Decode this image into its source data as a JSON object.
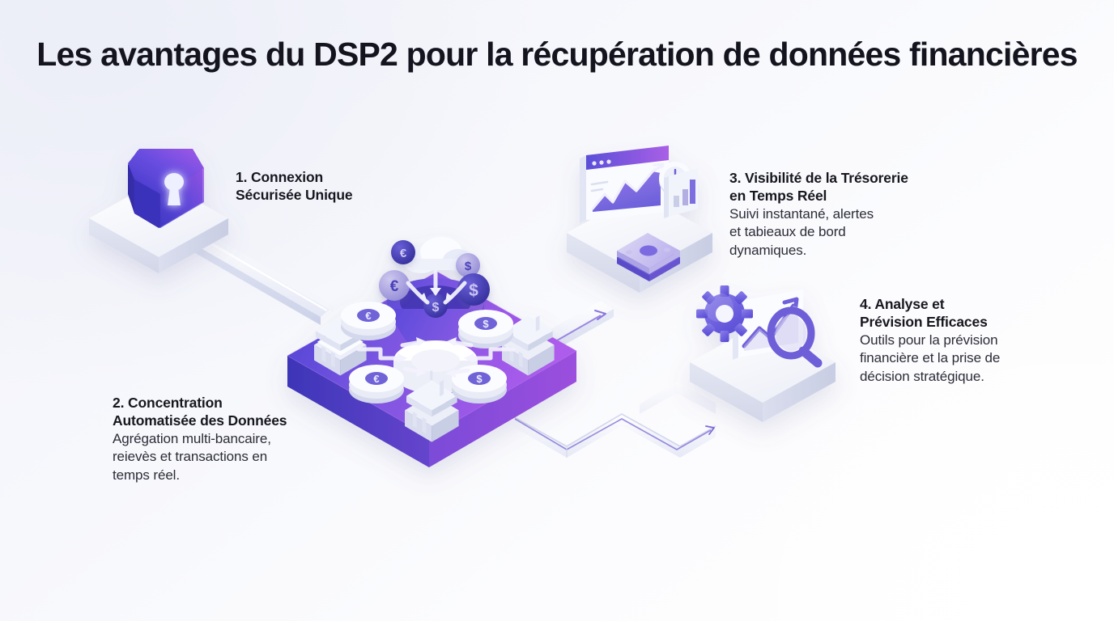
{
  "page": {
    "title": "Les avantages du DSP2 pour la récupération de données financières",
    "background_color": "#f7f8fc",
    "title_color": "#14141e",
    "body_text_color": "#2c2c38"
  },
  "palette": {
    "purple_deep": "#4f46d6",
    "purple_mid": "#7a55e0",
    "purple_light": "#a855e8",
    "indigo": "#5b52d8",
    "accent_violet": "#7c6ce8",
    "pedestal_white": "#f1f2f9",
    "pipe_white": "#e8eaf6",
    "arrow_violet": "#7b5fd6"
  },
  "steps": [
    {
      "number": "1",
      "heading": "1. Connexion\nSécurisée Unique",
      "body": "",
      "icon": "padlock-keyhole-icon",
      "position": "top-left"
    },
    {
      "number": "2",
      "heading": "2. Concentration\nAutomatisée des Données",
      "body": "Agrégation multi-bancaire,\nreievès et transactions en\ntemps réel.",
      "icon": "data-funnel-platform-icon",
      "position": "center"
    },
    {
      "number": "3",
      "heading": "3. Visibilité de la Trésorerie\nen Temps Réel",
      "body": "Suivi instantané, alertes\net tabieaux de bord\ndynamiques.",
      "icon": "dashboard-monitor-icon",
      "position": "top-right"
    },
    {
      "number": "4",
      "heading": "4. Analyse et\nPrévision Efficaces",
      "body": "Outils pour la prévision\nfinancière et la prise de\ndécision stratégique.",
      "icon": "gear-magnifier-chart-icon",
      "position": "right"
    }
  ],
  "illustration": {
    "style": "isometric-3d",
    "central_platform": {
      "name": "data-aggregation-platform",
      "gradient_from": "#4b43d4",
      "gradient_to": "#ab59ea",
      "elements": [
        "funnel",
        "cloud",
        "euro-coin",
        "dollar-coin",
        "bank-building",
        "bank-building",
        "bank-building",
        "coin-stack-euro",
        "coin-stack-euro",
        "coin-stack-dollar",
        "coin-stack-dollar",
        "flow-arrow",
        "flow-arrow",
        "flow-arrow",
        "flow-arrow"
      ]
    },
    "connectors": [
      {
        "name": "pipe-lock-to-platform",
        "from": "step-1",
        "to": "step-2"
      },
      {
        "name": "pipe-platform-to-dashboard",
        "from": "step-2",
        "to": "step-3",
        "has_arrow": true
      },
      {
        "name": "pipe-platform-to-analysis",
        "from": "step-2",
        "to": "step-4",
        "has_arrow": true,
        "shape": "branching"
      }
    ]
  }
}
